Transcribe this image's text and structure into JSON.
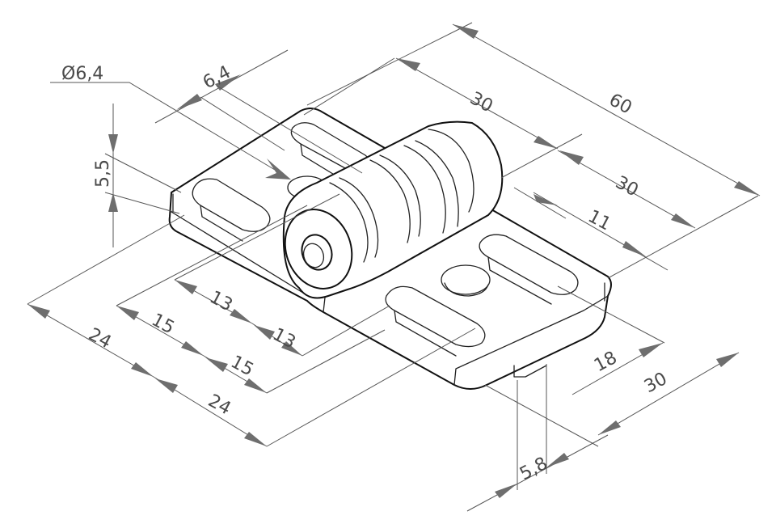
{
  "drawing": {
    "part_name": "",
    "dimensions": {
      "hole_diameter": "Ø6,4",
      "pin_length": "6,4",
      "knuckle_left": "30",
      "overall_length": "60",
      "knuckle_right": "30",
      "edge_offset": "11",
      "thickness": "5,5",
      "slot_a": "13",
      "slot_b": "13",
      "slot_c": "15",
      "slot_d": "15",
      "pitch_a": "24",
      "pitch_b": "24",
      "hole_spacing": "18",
      "width": "30",
      "boss_height": "5,8"
    },
    "colors": {
      "line": "#111111",
      "dimension": "#555555",
      "background": "#ffffff"
    }
  }
}
